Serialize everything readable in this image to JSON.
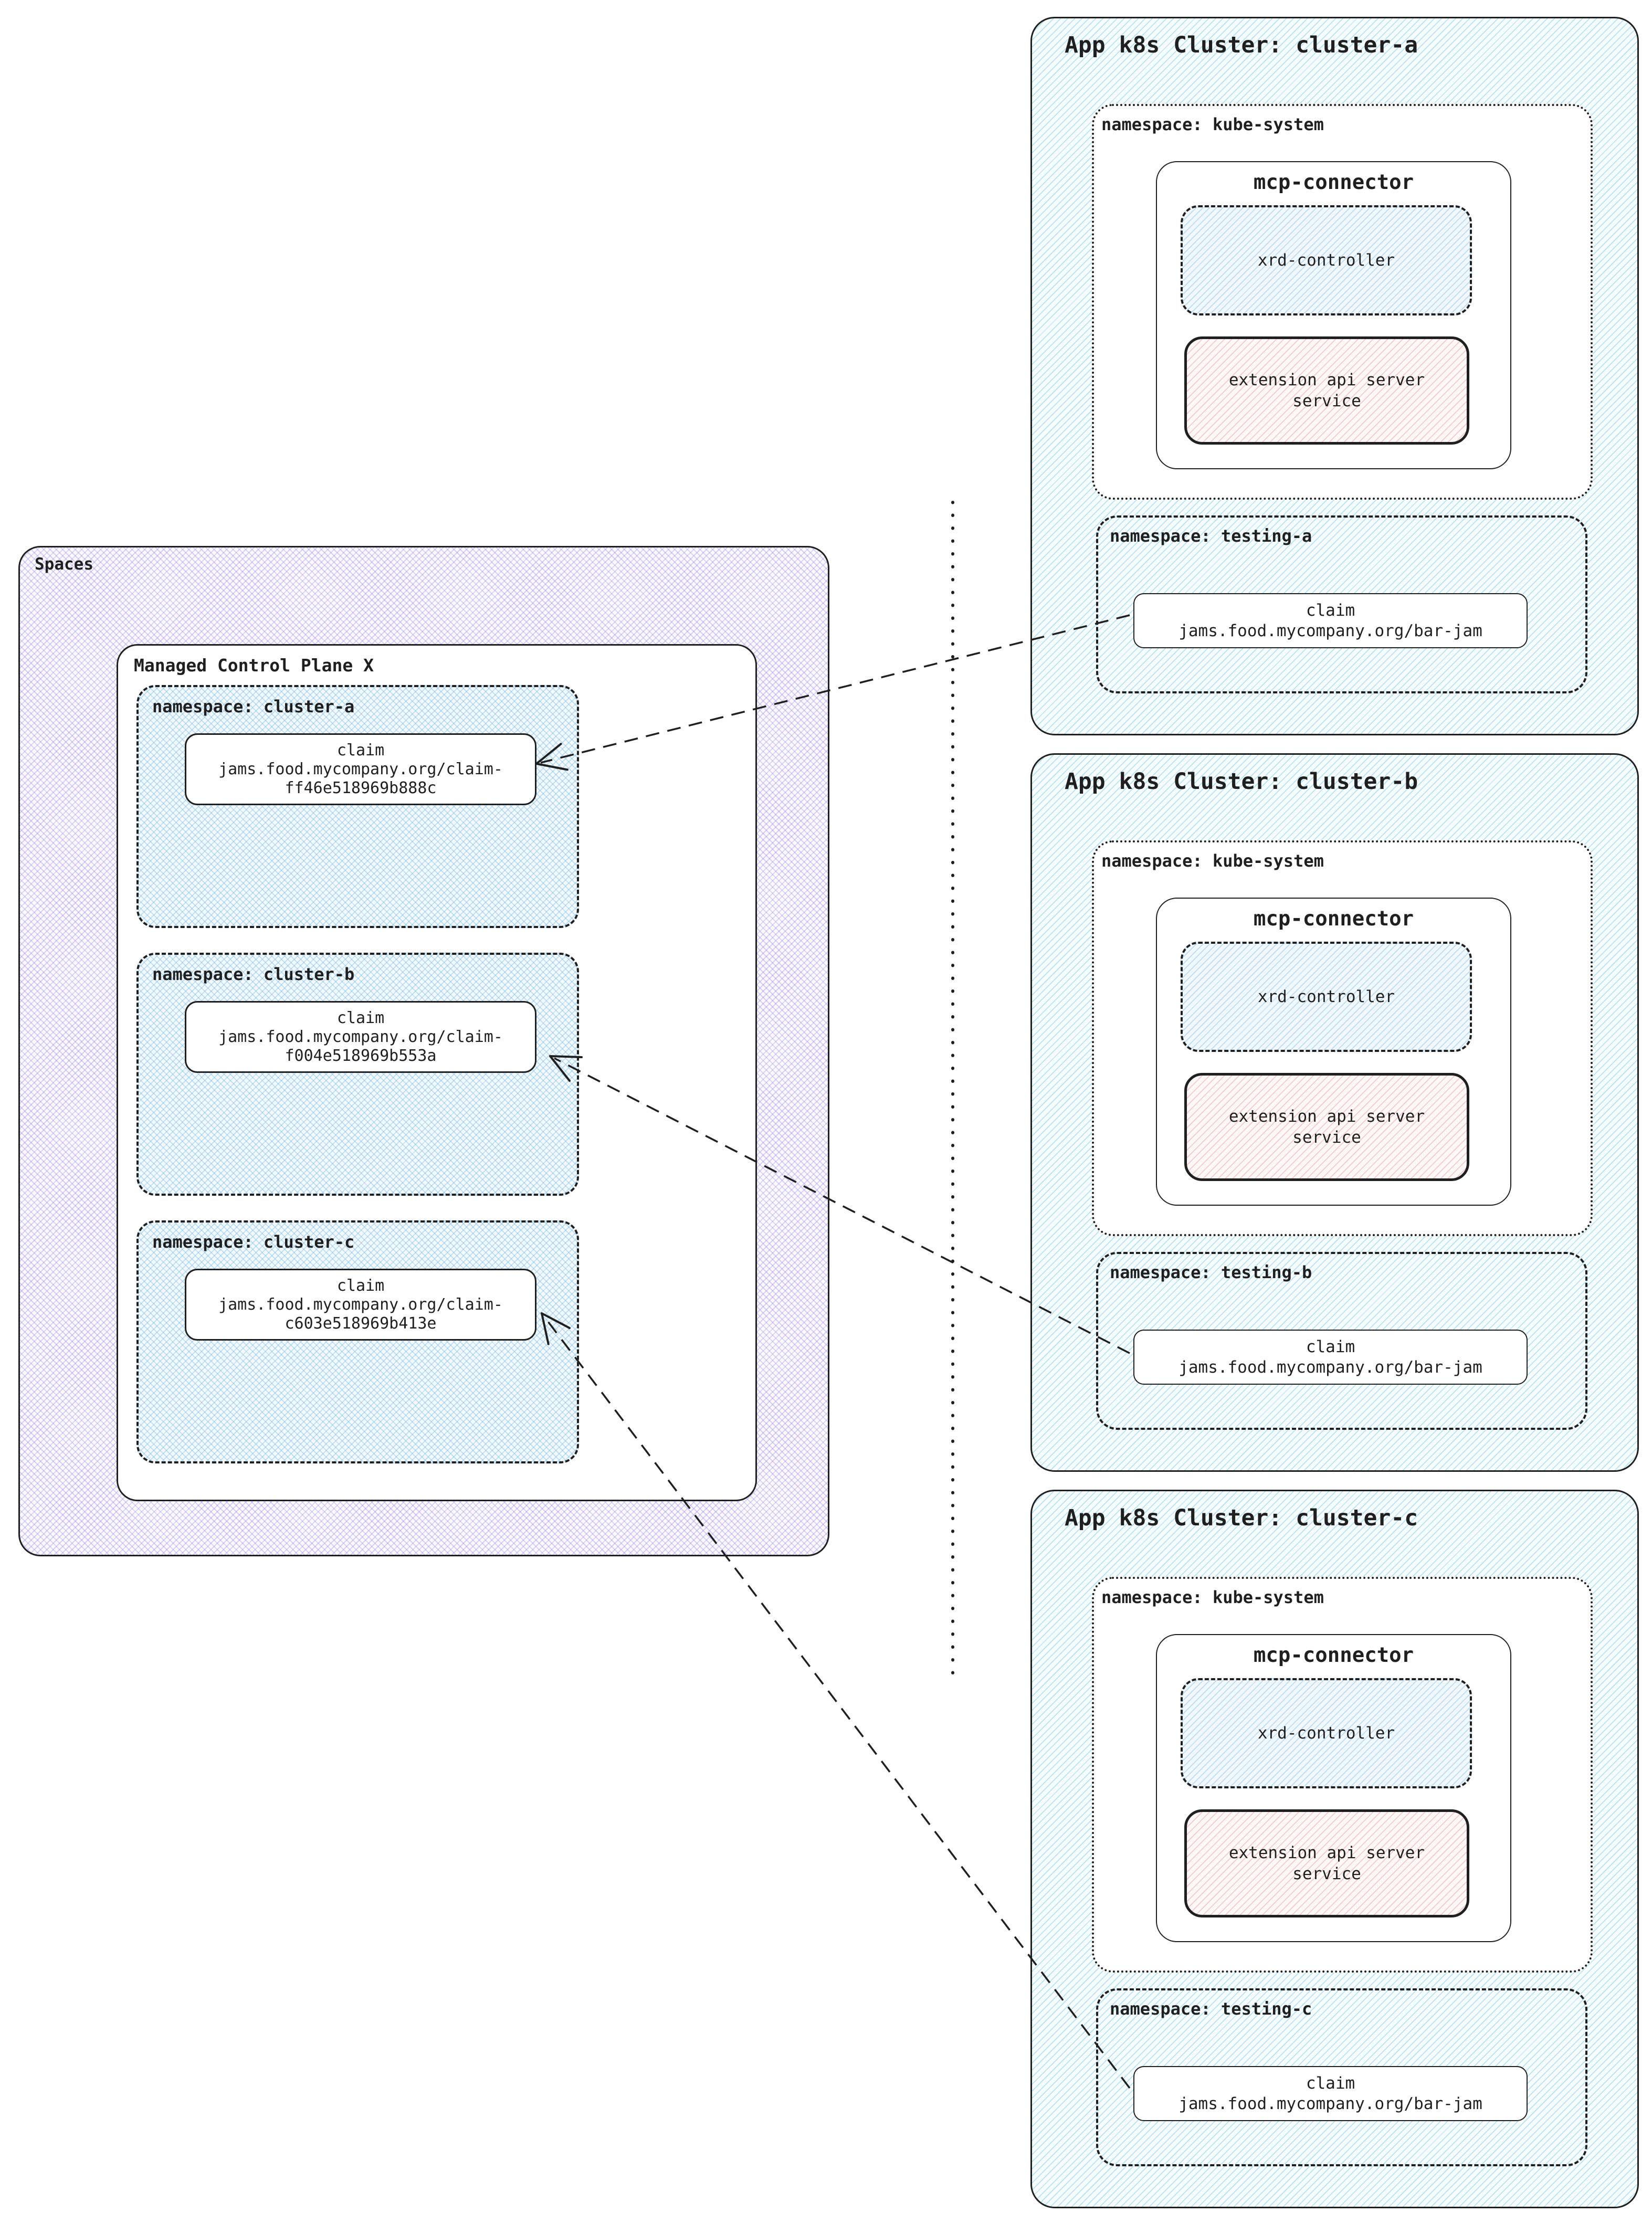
{
  "spaces": {
    "label": "Spaces",
    "control_plane": {
      "label": "Managed Control Plane X",
      "namespaces": [
        {
          "label": "namespace: cluster-a",
          "claim": {
            "title": "claim",
            "lines": [
              "jams.food.mycompany.org/claim-",
              "ff46e518969b888c"
            ]
          }
        },
        {
          "label": "namespace: cluster-b",
          "claim": {
            "title": "claim",
            "lines": [
              "jams.food.mycompany.org/claim-",
              "f004e518969b553a"
            ]
          }
        },
        {
          "label": "namespace: cluster-c",
          "claim": {
            "title": "claim",
            "lines": [
              "jams.food.mycompany.org/claim-",
              "c603e518969b413e"
            ]
          }
        }
      ]
    }
  },
  "clusters": [
    {
      "title": "App k8s Cluster: cluster-a",
      "kube_ns_label": "namespace: kube-system",
      "mcp_label": "mcp-connector",
      "xrd_label": "xrd-controller",
      "ext_lines": [
        "extension api server",
        "service"
      ],
      "testing_ns_label": "namespace: testing-a",
      "claim": {
        "title": "claim",
        "resource": "jams.food.mycompany.org/bar-jam"
      }
    },
    {
      "title": "App k8s Cluster: cluster-b",
      "kube_ns_label": "namespace: kube-system",
      "mcp_label": "mcp-connector",
      "xrd_label": "xrd-controller",
      "ext_lines": [
        "extension api server",
        "service"
      ],
      "testing_ns_label": "namespace: testing-b",
      "claim": {
        "title": "claim",
        "resource": "jams.food.mycompany.org/bar-jam"
      }
    },
    {
      "title": "App k8s Cluster: cluster-c",
      "kube_ns_label": "namespace: kube-system",
      "mcp_label": "mcp-connector",
      "xrd_label": "xrd-controller",
      "ext_lines": [
        "extension api server",
        "service"
      ],
      "testing_ns_label": "namespace: testing-c",
      "claim": {
        "title": "claim",
        "resource": "jams.food.mycompany.org/bar-jam"
      }
    }
  ],
  "colors": {
    "stroke": "#1f1f1f",
    "purple_hatch": "#8d70e0",
    "blue_crosshatch": "#58a6de",
    "cyan_hatch": "#60c4e2",
    "pink_hatch": "#e98b90",
    "xrd_hatch": "#74b2e6"
  }
}
